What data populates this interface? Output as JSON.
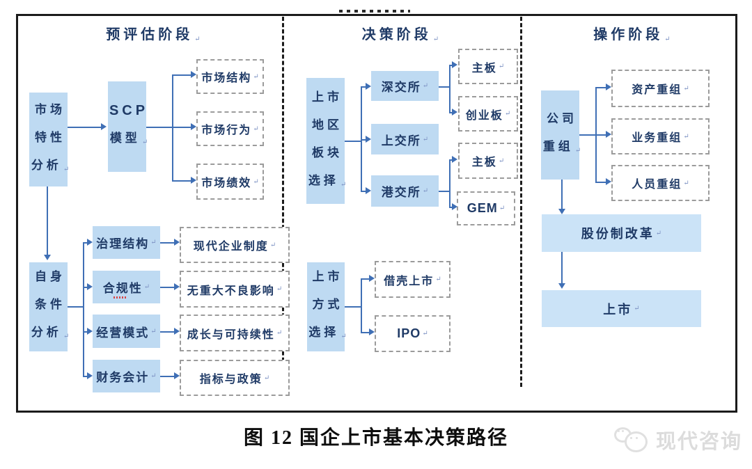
{
  "ui": {
    "pm": "↵"
  },
  "caption": "图 12 国企上市基本决策路径",
  "watermark": {
    "name": "现代咨询"
  },
  "colors": {
    "box_fill": "#bedaf2",
    "box_fill_light": "#cbe3f7",
    "text_navy": "#1f3a66",
    "arrow_blue": "#3f6fb5",
    "frame_black": "#1b1b1b",
    "dashed_gray": "#9b9b9b",
    "squiggle_red": "#d94545"
  },
  "stages": {
    "pre": {
      "title": "预评估阶段",
      "market_analysis": [
        "市场",
        "特性",
        "分析"
      ],
      "scp_model": [
        "SCP",
        "模型"
      ],
      "market_outputs": [
        "市场结构",
        "市场行为",
        "市场绩效"
      ],
      "self_analysis": [
        "自身",
        "条件",
        "分析"
      ],
      "factors": [
        "治理结构",
        "合规性",
        "经营模式",
        "财务会计"
      ],
      "criteria": [
        "现代企业制度",
        "无重大不良影响",
        "成长与可持续性",
        "指标与政策"
      ]
    },
    "decision": {
      "title": "决策阶段",
      "region_select": [
        "上市",
        "地区",
        "板块",
        "选择"
      ],
      "exchanges": [
        "深交所",
        "上交所",
        "港交所"
      ],
      "boards": [
        "主板",
        "创业板",
        "主板",
        "GEM"
      ],
      "method_select": [
        "上市",
        "方式",
        "选择"
      ],
      "methods": [
        "借壳上市",
        "IPO"
      ]
    },
    "operation": {
      "title": "操作阶段",
      "company_restructure": [
        "公司",
        "重组"
      ],
      "restructure_types": [
        "资产重组",
        "业务重组",
        "人员重组"
      ],
      "share_reform": "股份制改革",
      "listing": "上市"
    }
  }
}
